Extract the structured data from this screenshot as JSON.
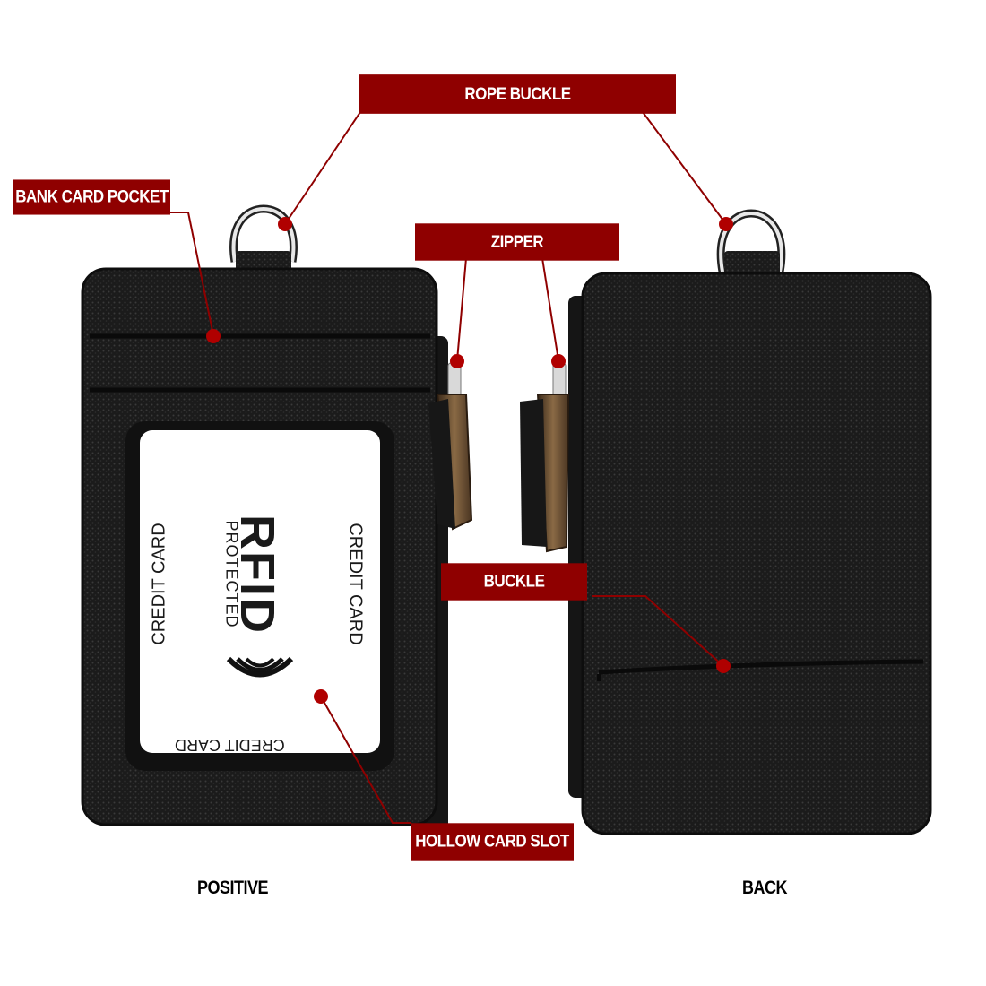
{
  "callouts": {
    "rope_buckle": "ROPE BUCKLE",
    "bank_card_pocket": "BANK CARD POCKET",
    "zipper": "ZIPPER",
    "buckle": "BUCKLE",
    "hollow_card_slot": "HOLLOW CARD SLOT"
  },
  "captions": {
    "front": "POSITIVE",
    "back": "BACK"
  },
  "card_insert": {
    "left_text": "CREDIT CARD",
    "right_text": "CREDIT CARD",
    "bottom_text": "CREDIT CARD",
    "brand": "RFID",
    "subtitle": "PROTECTED"
  },
  "colors": {
    "accent": "#8f0000",
    "leather": "#1c1c1c",
    "pull_tab": "#6b5236",
    "background": "#ffffff"
  }
}
